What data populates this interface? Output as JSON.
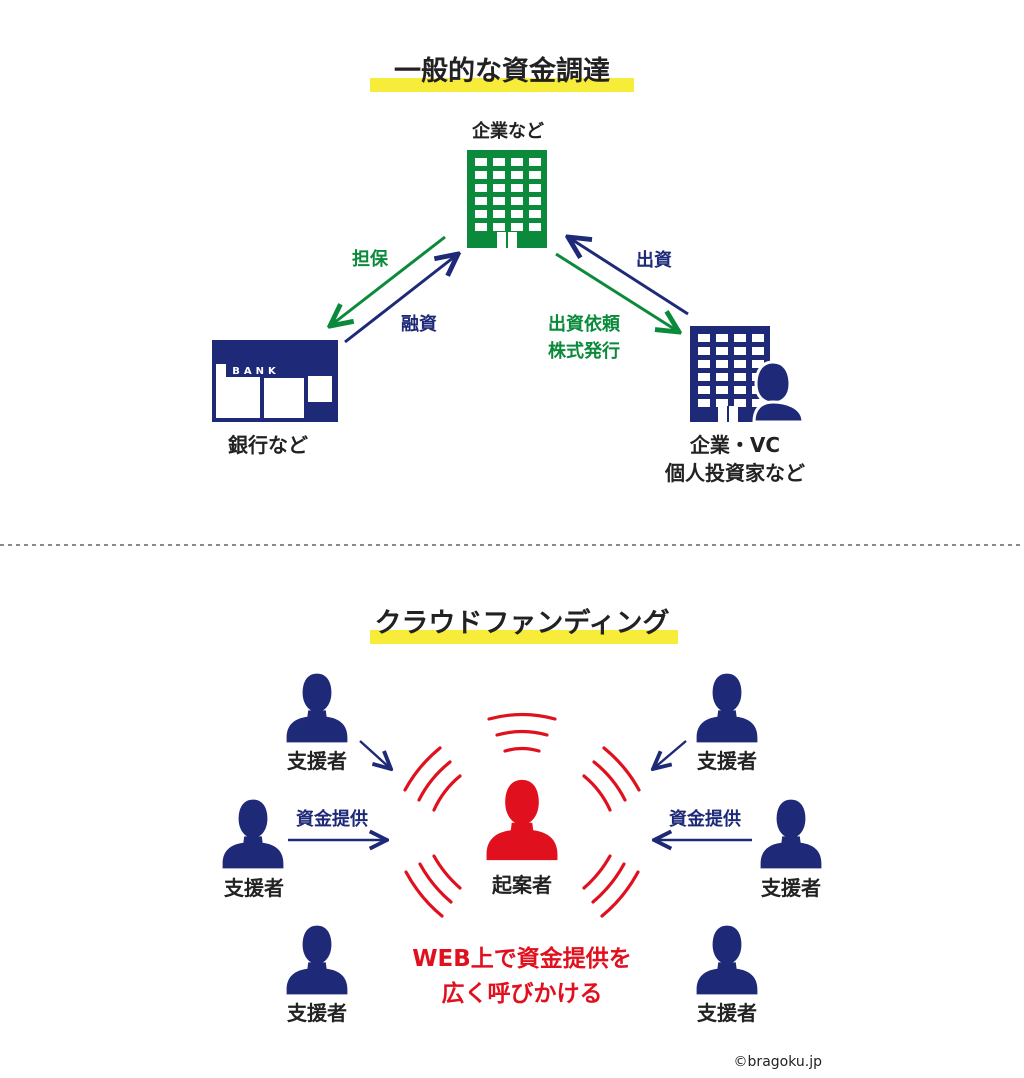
{
  "section1": {
    "title": "一般的な資金調達",
    "company_label": "企業など",
    "bank_label": "銀行など",
    "bank_sign": "BANK",
    "investor_label_line1": "企業・VC",
    "investor_label_line2": "個人投資家など",
    "arrow_collateral": "担保",
    "arrow_loan": "融資",
    "arrow_investment": "出資",
    "arrow_request_line1": "出資依頼",
    "arrow_request_line2": "株式発行"
  },
  "section2": {
    "title": "クラウドファンディング",
    "center_label": "起案者",
    "supporter_label": "支援者",
    "funding_label": "資金提供",
    "message_line1": "WEB上で資金提供を",
    "message_line2": "広く呼びかける"
  },
  "copyright": "©bragoku.jp",
  "colors": {
    "navy": "#1e2a78",
    "green": "#0a8a3a",
    "red": "#e0101e",
    "highlight": "#f7ec3a",
    "text": "#222222"
  },
  "icons": {
    "company": "office-building-icon",
    "bank": "bank-building-icon",
    "investor": "building-with-person-icon",
    "supporter": "person-icon",
    "initiator": "person-icon",
    "broadcast": "signal-waves-icon"
  }
}
